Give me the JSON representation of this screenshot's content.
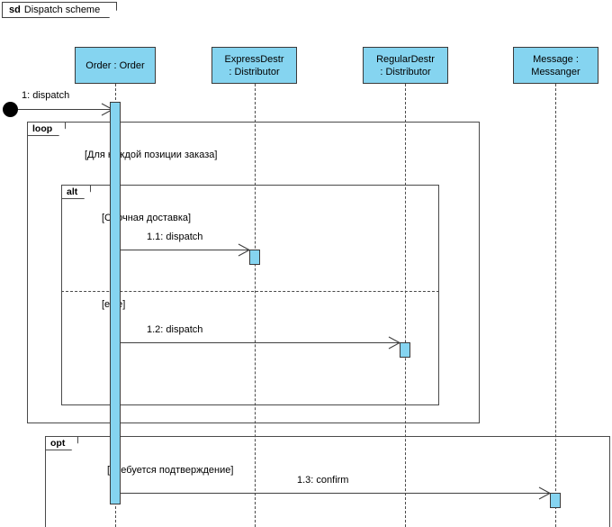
{
  "diagram": {
    "kind_label": "sd",
    "title": "Dispatch scheme",
    "colors": {
      "lifeline_fill": "#85D4F0",
      "activation_fill": "#85D4F0",
      "line": "#404040",
      "background": "#FFFFFF"
    }
  },
  "lifelines": [
    {
      "id": "order",
      "name": "Order : Order",
      "line1": "Order : Order",
      "line2": ""
    },
    {
      "id": "expressdestr",
      "name": "ExpressDestr : Distributor",
      "line1": "ExpressDestr",
      "line2": ": Distributor"
    },
    {
      "id": "regulardestr",
      "name": "RegularDestr : Distributor",
      "line1": "RegularDestr",
      "line2": ": Distributor"
    },
    {
      "id": "message",
      "name": "Message : Messanger",
      "line1": "Message :",
      "line2": "Messanger"
    }
  ],
  "messages": [
    {
      "id": "m0",
      "label": "1: dispatch",
      "from": "found",
      "to": "order"
    },
    {
      "id": "m1",
      "label": "1.1: dispatch",
      "from": "order",
      "to": "expressdestr"
    },
    {
      "id": "m2",
      "label": "1.2: dispatch",
      "from": "order",
      "to": "regulardestr"
    },
    {
      "id": "m3",
      "label": "1.3: confirm",
      "from": "order",
      "to": "message"
    }
  ],
  "fragments": [
    {
      "id": "loop",
      "operator": "loop",
      "guard": "[Для каждой позиции заказа]"
    },
    {
      "id": "alt",
      "operator": "alt",
      "guard": "[Срочная доставка]",
      "guard_else": "[else]"
    },
    {
      "id": "opt",
      "operator": "opt",
      "guard": "[Требуется подтверждение]"
    }
  ]
}
